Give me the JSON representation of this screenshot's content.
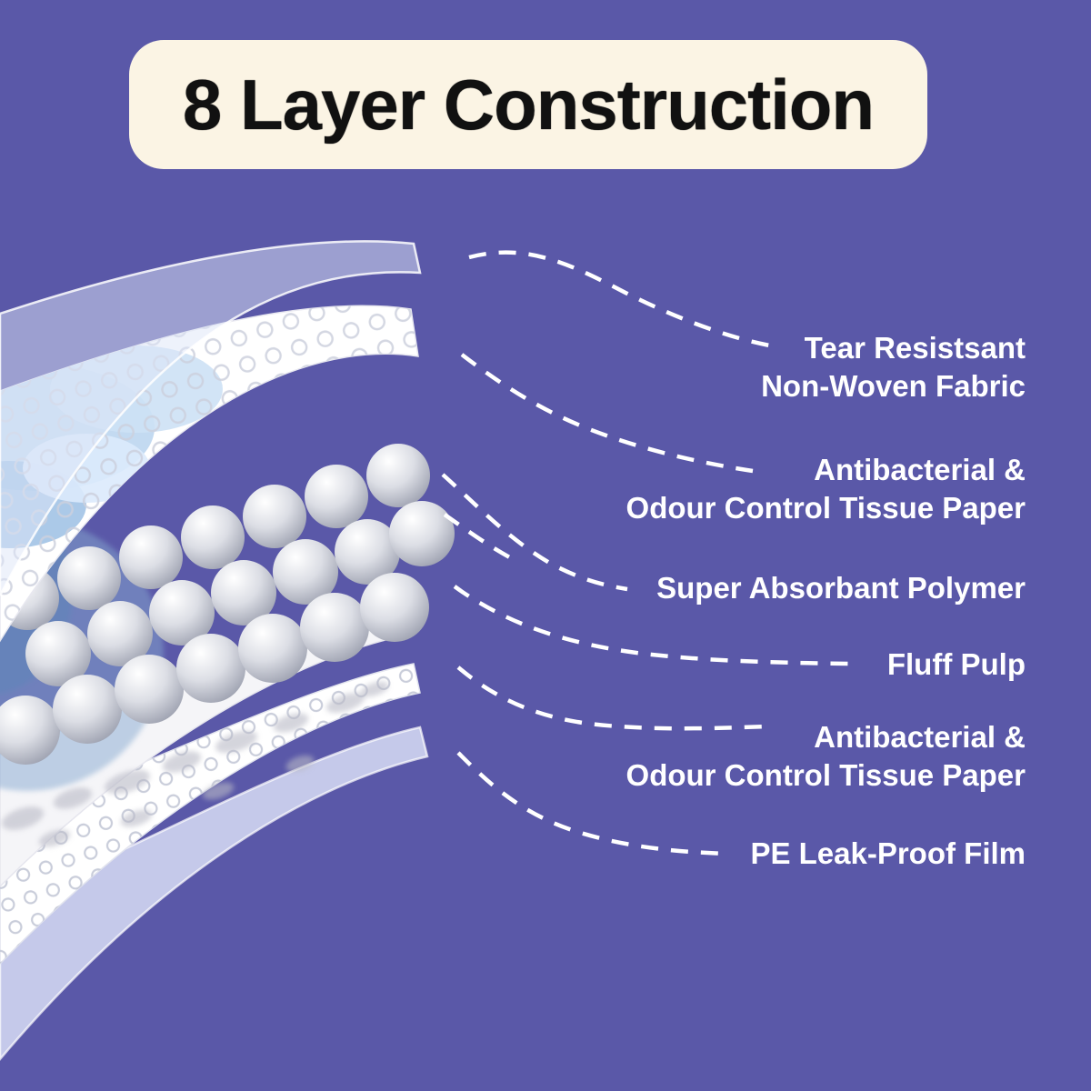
{
  "title": "8 Layer Construction",
  "labels": [
    "Tear Resistsant\nNon-Woven Fabric",
    "Antibacterial &\nOdour Control Tissue Paper",
    "Super Absorbant Polymer",
    "Fluff Pulp",
    "Antibacterial &\nOdour Control Tissue Paper",
    "PE Leak-Proof Film"
  ],
  "colors": {
    "background": "#5a58a8",
    "title_bg": "#fbf4e4",
    "title_text": "#111111",
    "label_text": "#ffffff",
    "leader_line": "#ffffff"
  }
}
